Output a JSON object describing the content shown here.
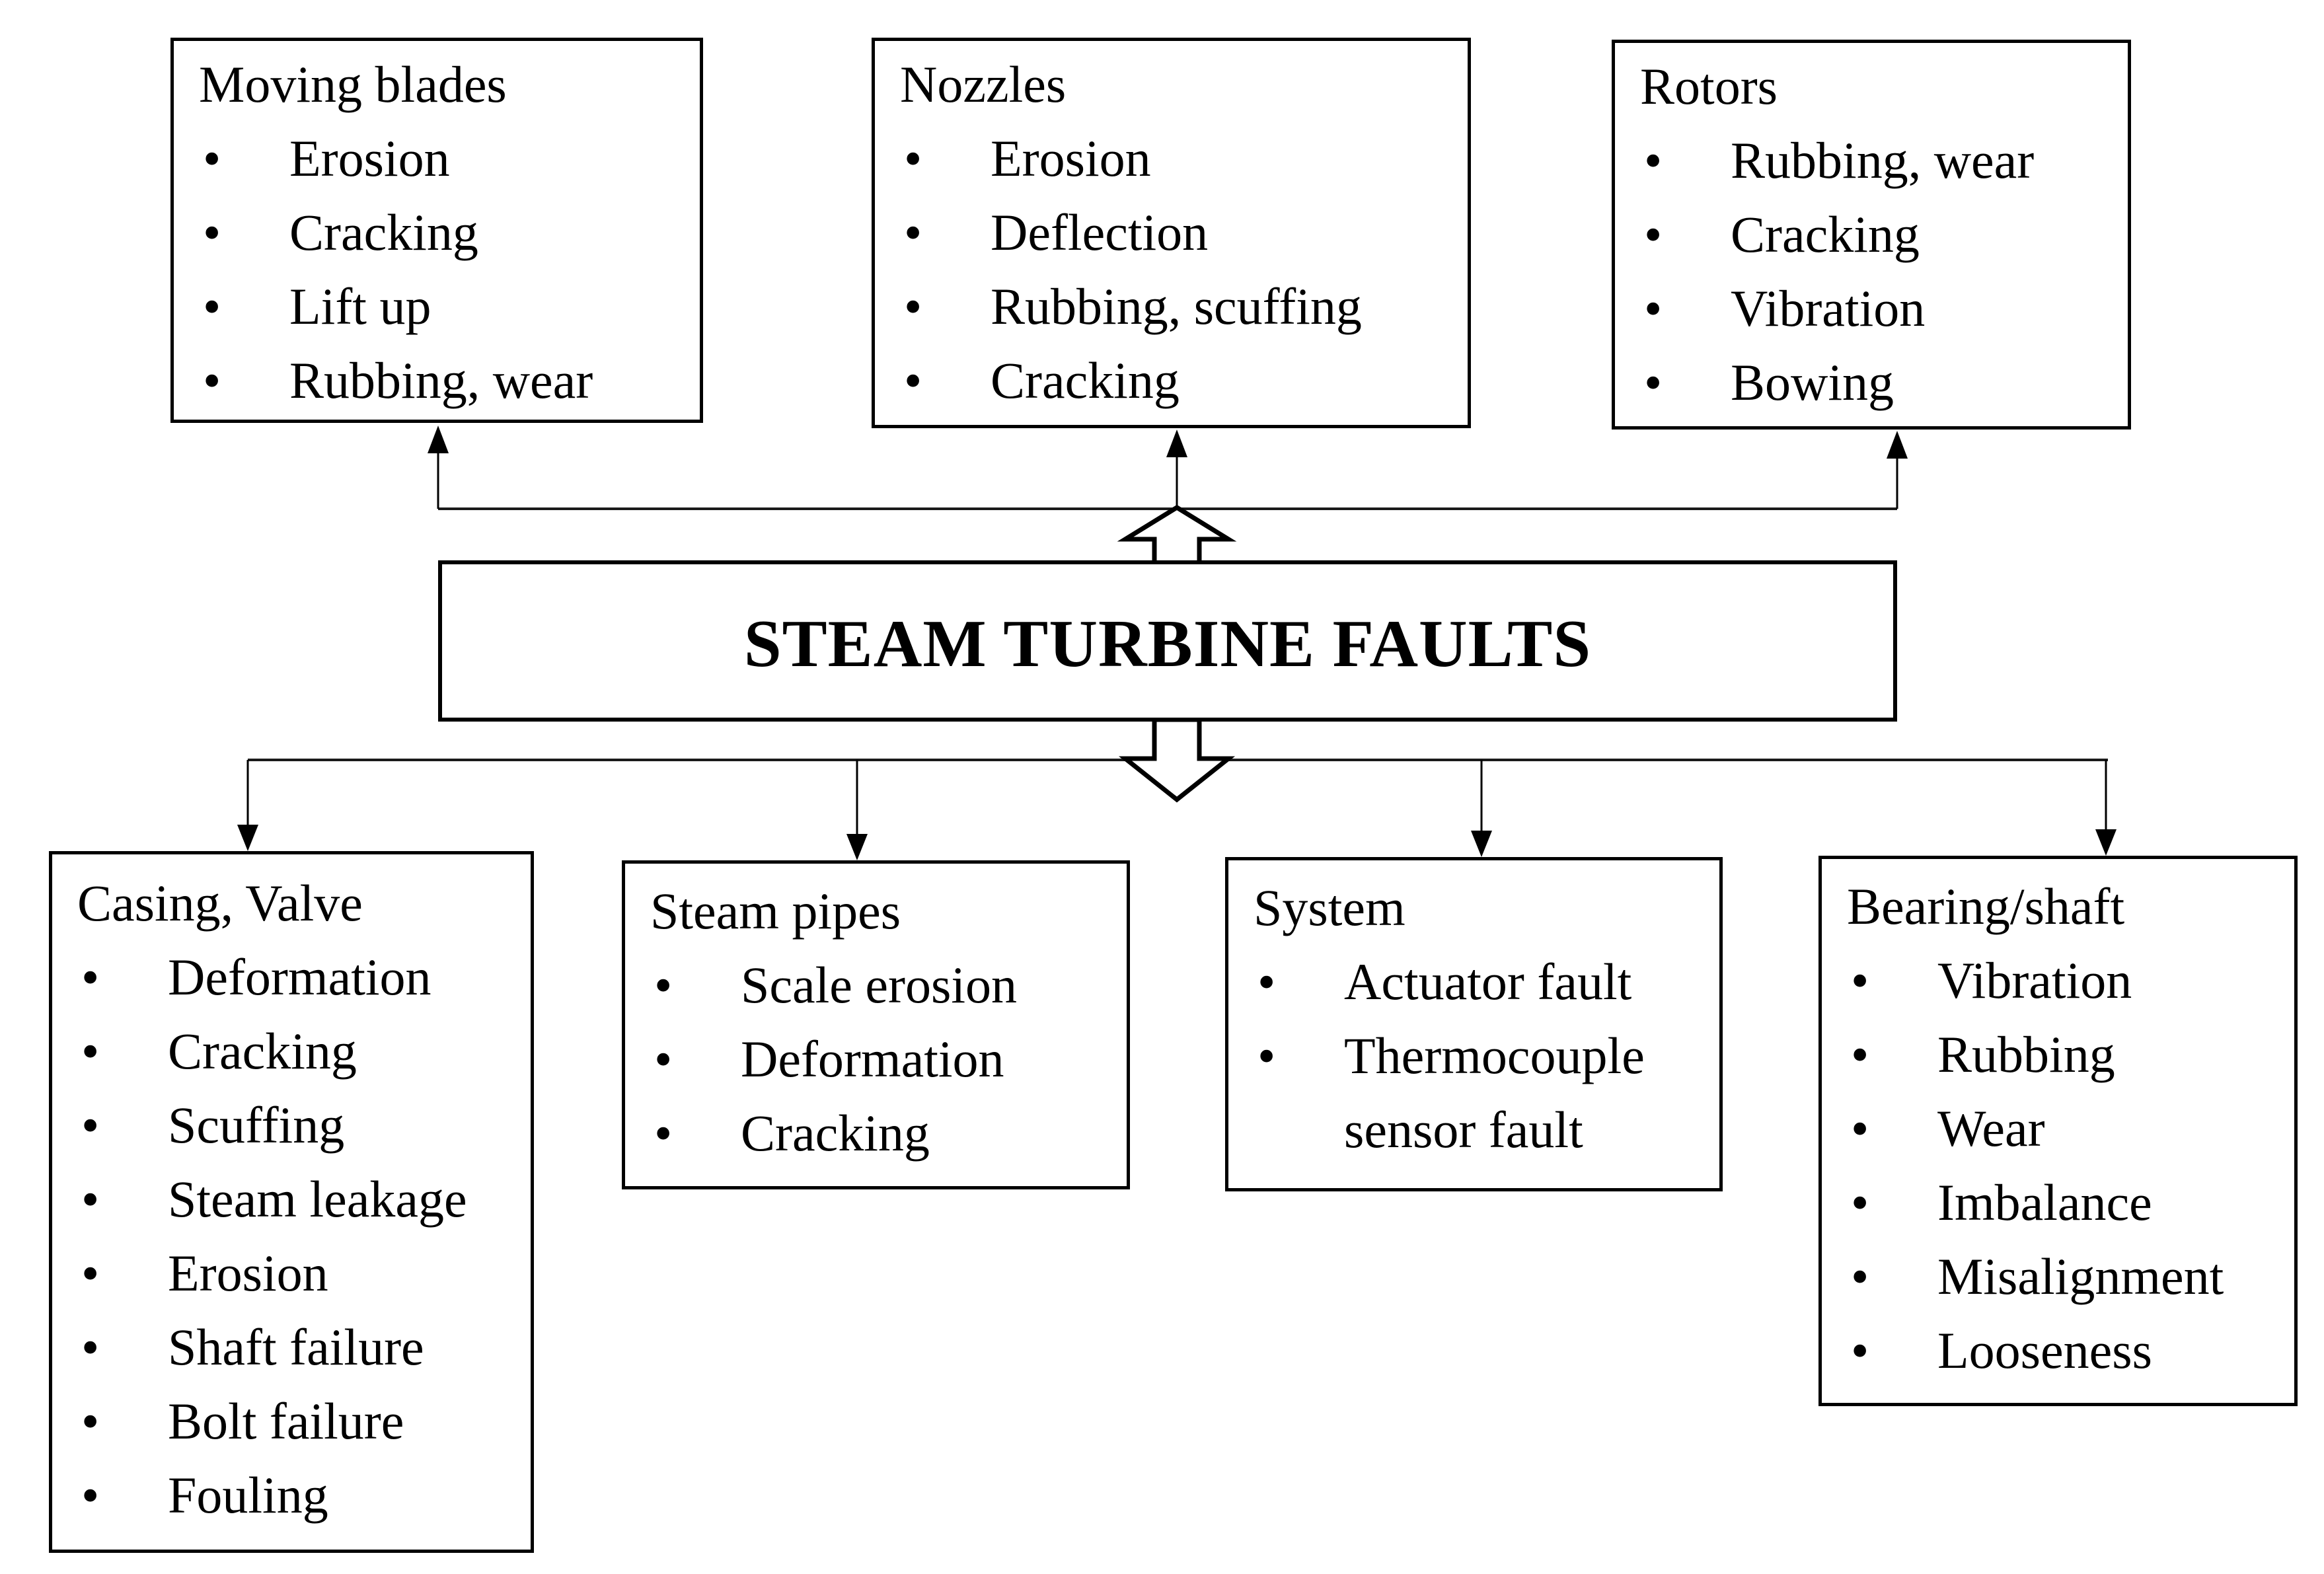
{
  "diagram": {
    "bullet_char": "•",
    "colors": {
      "ink": "#000000",
      "background": "#ffffff"
    },
    "center": {
      "title": "STEAM TURBINE FAULTS"
    },
    "top_boxes": [
      {
        "title": "Moving blades",
        "items": [
          "Erosion",
          "Cracking",
          "Lift up",
          "Rubbing, wear"
        ]
      },
      {
        "title": "Nozzles",
        "items": [
          "Erosion",
          "Deflection",
          "Rubbing, scuffing",
          "Cracking"
        ]
      },
      {
        "title": "Rotors",
        "items": [
          "Rubbing, wear",
          "Cracking",
          "Vibration",
          "Bowing"
        ]
      }
    ],
    "bottom_boxes": [
      {
        "title": "Casing, Valve",
        "items": [
          "Deformation",
          "Cracking",
          "Scuffing",
          "Steam leakage",
          "Erosion",
          "Shaft failure",
          "Bolt failure",
          "Fouling"
        ]
      },
      {
        "title": "Steam pipes",
        "items": [
          "Scale erosion",
          "Deformation",
          "Cracking"
        ]
      },
      {
        "title": "System",
        "items": [
          "Actuator fault",
          "Thermocouple sensor fault"
        ]
      },
      {
        "title": "Bearing/shaft",
        "items": [
          "Vibration",
          "Rubbing",
          "Wear",
          "Imbalance",
          "Misalignment",
          "Looseness"
        ]
      }
    ]
  }
}
